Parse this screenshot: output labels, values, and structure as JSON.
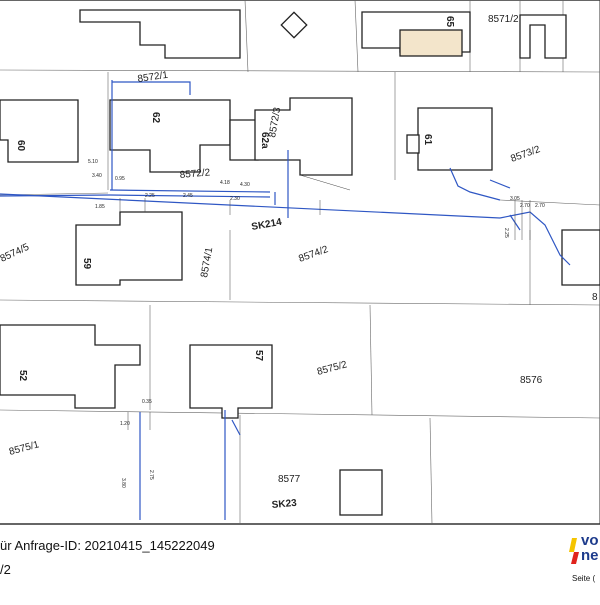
{
  "parcels": {
    "p8572_1": "8572/1",
    "p8572_2": "8572/2",
    "p8572_3": "8572/3",
    "p8573_2": "8573/2",
    "p8574_1": "8574/1",
    "p8574_2": "8574/2",
    "p8574_5": "8574/5",
    "p8575_1": "8575/1",
    "p8575_2": "8575/2",
    "p8576": "8576",
    "p8577": "8577",
    "p8571_2": "8571/2",
    "p85_edge": "8"
  },
  "house_numbers": {
    "h60": "60",
    "h62": "62",
    "h62a": "62a",
    "h61": "61",
    "h59": "59",
    "h52": "52",
    "h57": "57",
    "h65": "65"
  },
  "manholes": {
    "sk214": "SK214",
    "sk23": "SK23"
  },
  "measurements": {
    "m1": "5.10",
    "m2": "3.40",
    "m3": "0.95",
    "m4": "2.25",
    "m5": "2.45",
    "m6": "4.18",
    "m7": "4.30",
    "m8": "2.30",
    "m9": "1.85",
    "m10": "3.05",
    "m11": "2.70",
    "m12": "2.70",
    "m13": "0.35",
    "m14": "2.75",
    "m15": "1.20",
    "m16": "3.80",
    "m17": "2.25"
  },
  "footer": {
    "query_label": "ür Anfrage-ID: 20210415_145222049",
    "page_frag": "/2",
    "logo_top": "vo",
    "logo_bottom": "ne",
    "page_label": "Seite ("
  },
  "colors": {
    "line_blue": "#2f57c4",
    "ink": "#222222",
    "accent_yellow": "#f5c400",
    "accent_red": "#e0231c",
    "logo_blue": "#1d3b8c"
  }
}
